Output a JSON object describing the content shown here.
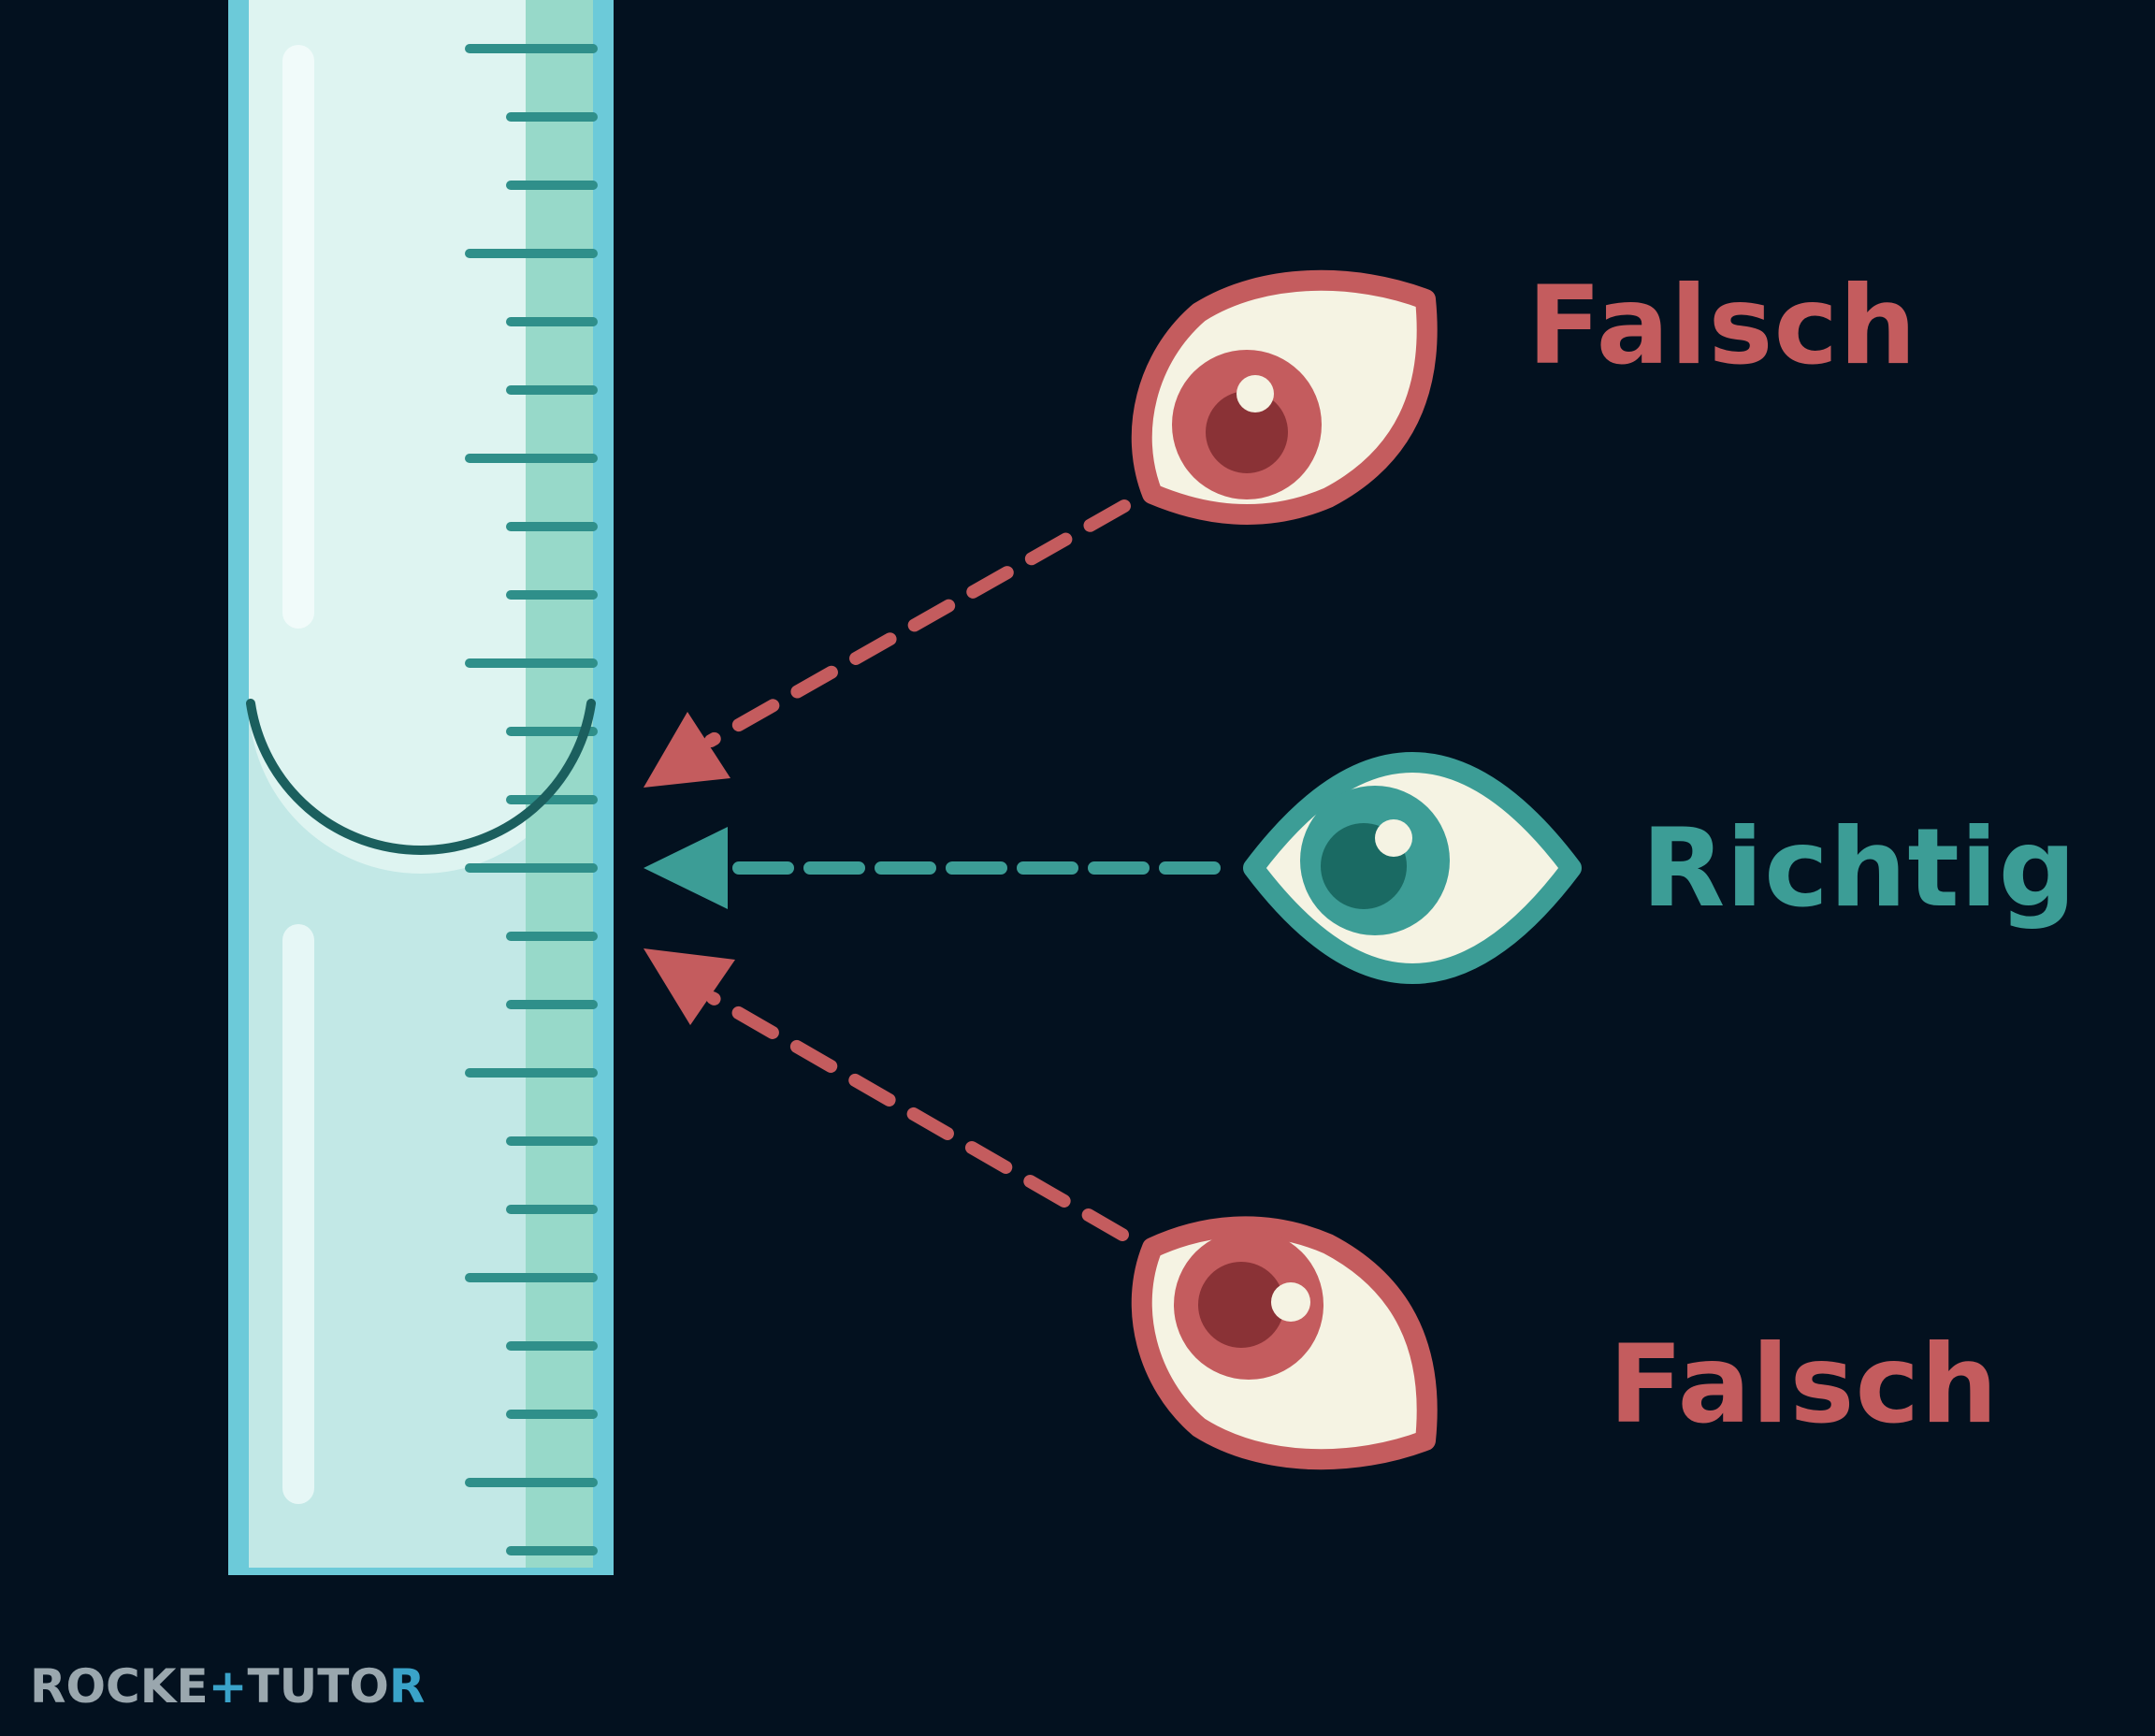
{
  "colors": {
    "background": "#03111f",
    "wrong": "#c45c5e",
    "wrong_iris_dark": "#8a3236",
    "right": "#3c9d96",
    "right_iris_dark": "#1a6a63",
    "eye_white": "#f5f3e3",
    "tube_outline": "#6ccad9",
    "tube_fill": "#c8ebe9",
    "liquid_fill": "#c2e8e6",
    "scale_band": "#97d9c9",
    "scale_ticks": "#2f8f8a",
    "meniscus": "#1b5f5e",
    "logo_gray": "#9aa7ae",
    "logo_accent": "#3aa3c9"
  },
  "labels": {
    "top": "Falsch",
    "middle": "Richtig",
    "bottom": "Falsch"
  },
  "logo": {
    "part1": "ROCKE",
    "cross": "+",
    "part2": "TUTO",
    "part3": "R"
  },
  "icons": {
    "top_eye": "eye-icon",
    "middle_eye": "eye-icon",
    "bottom_eye": "eye-icon"
  }
}
